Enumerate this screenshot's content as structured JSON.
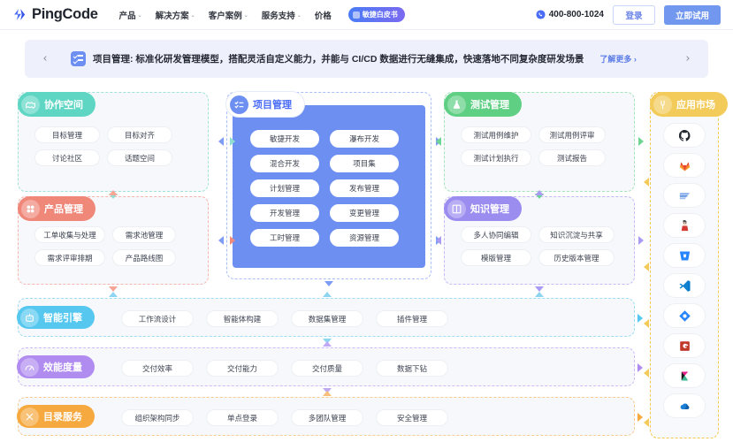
{
  "header": {
    "logo_text": "PingCode",
    "logo_icon": "pingcode-logo-icon",
    "nav": [
      {
        "label": "产品",
        "caret": "⌄"
      },
      {
        "label": "解决方案",
        "caret": "⌄"
      },
      {
        "label": "客户案例",
        "caret": "⌄"
      },
      {
        "label": "服务支持",
        "caret": "⌄"
      },
      {
        "label": "价格",
        "caret": ""
      }
    ],
    "badge": {
      "label": "敏捷白皮书",
      "icon": "book-icon"
    },
    "phone": {
      "number": "400-800-1024",
      "icon": "phone-icon"
    },
    "login_label": "登录",
    "try_label": "立即试用"
  },
  "banner": {
    "prev_icon": "‹",
    "next_icon": "›",
    "icon": "project-board-icon",
    "text": "项目管理: 标准化研发管理模型，搭配灵活自定义能力，并能与 CI/CD 数据进行无缝集成，快速落地不同复杂度研发场景",
    "more_label": "了解更多 ›"
  },
  "cards": [
    {
      "id": "collab",
      "title": "协作空间",
      "icon": "handshake-icon",
      "color": "#5fd6c4",
      "border": "#9fe3d8",
      "chips": [
        "目标管理",
        "目标对齐",
        "讨论社区",
        "话题空间"
      ]
    },
    {
      "id": "product",
      "title": "产品管理",
      "icon": "grid-flower-icon",
      "color": "#f0887a",
      "border": "#f6b5ab",
      "chips": [
        "工单收集与处理",
        "需求池管理",
        "需求评审排期",
        "产品路线图"
      ]
    },
    {
      "id": "project",
      "title": "项目管理",
      "icon": "checklist-icon",
      "color": "#6d8ff2",
      "border": "#a9bdf7",
      "chips": [
        "敏捷开发",
        "瀑布开发",
        "混合开发",
        "项目集",
        "计划管理",
        "发布管理",
        "开发管理",
        "变更管理",
        "工时管理",
        "资源管理"
      ]
    },
    {
      "id": "test",
      "title": "测试管理",
      "icon": "flask-icon",
      "color": "#5fcf84",
      "border": "#a3e5ba",
      "chips": [
        "测试用例维护",
        "测试用例评审",
        "测试计划执行",
        "测试报告"
      ]
    },
    {
      "id": "knowledge",
      "title": "知识管理",
      "icon": "book-open-icon",
      "color": "#9b8cf0",
      "border": "#c3b9f6",
      "chips": [
        "多人协同编辑",
        "知识沉淀与共享",
        "模版管理",
        "历史版本管理"
      ]
    }
  ],
  "rows": [
    {
      "id": "ai-engine",
      "title": "智能引擎",
      "icon": "robot-icon",
      "color": "#56c8ef",
      "border": "#9ddcf3",
      "chips": [
        "工作流设计",
        "智能体构建",
        "数据集管理",
        "插件管理"
      ]
    },
    {
      "id": "efficiency",
      "title": "效能度量",
      "icon": "gauge-icon",
      "color": "#b08cf0",
      "border": "#cfbaf7",
      "chips": [
        "交付效率",
        "交付能力",
        "交付质量",
        "数据下钻"
      ]
    },
    {
      "id": "directory",
      "title": "目录服务",
      "icon": "wrench-icon",
      "color": "#f5a councils",
      "border": "#f7cc8e",
      "chips": [
        "组织架构同步",
        "单点登录",
        "多团队管理",
        "安全管理"
      ]
    }
  ],
  "app_market": {
    "title": "应用市场",
    "icon": "plug-icon",
    "color": "#f3cb5a",
    "border": "#f3c94f",
    "apps": [
      {
        "name": "github-icon"
      },
      {
        "name": "gitlab-icon"
      },
      {
        "name": "gitee-icon"
      },
      {
        "name": "jenkins-icon"
      },
      {
        "name": "bitbucket-icon"
      },
      {
        "name": "vscode-icon"
      },
      {
        "name": "jira-icon"
      },
      {
        "name": "gitlab-g-icon"
      },
      {
        "name": "kanban-k-icon"
      },
      {
        "name": "onedrive-icon"
      }
    ]
  }
}
